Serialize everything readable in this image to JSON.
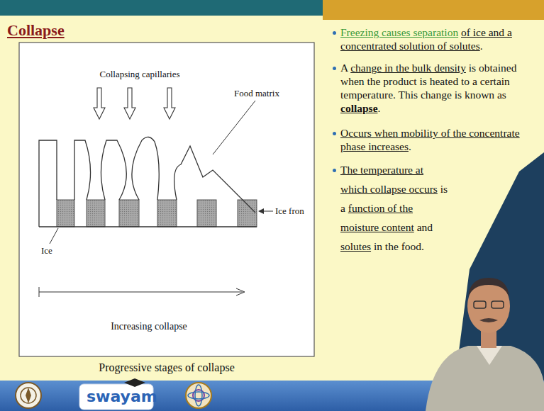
{
  "diagram": {
    "title": "Collapse",
    "caption": "Progressive stages of collapse",
    "labels": [
      "Collapsing capillaries",
      "Food matrix",
      "Ice fron",
      "Ice",
      "Increasing collapse",
      "Freezing causes separation of ice and a concentrated solution of solutes.",
      "A change in the bulk density is obtained when the product is heated to a certain temperature. This change is known as collapse.",
      "Occurs when mobility of the concentrate phase increases.",
      "The temperature at which collapse occurs is a function of the moisture content and solutes in the food.",
      "swayam"
    ]
  }
}
